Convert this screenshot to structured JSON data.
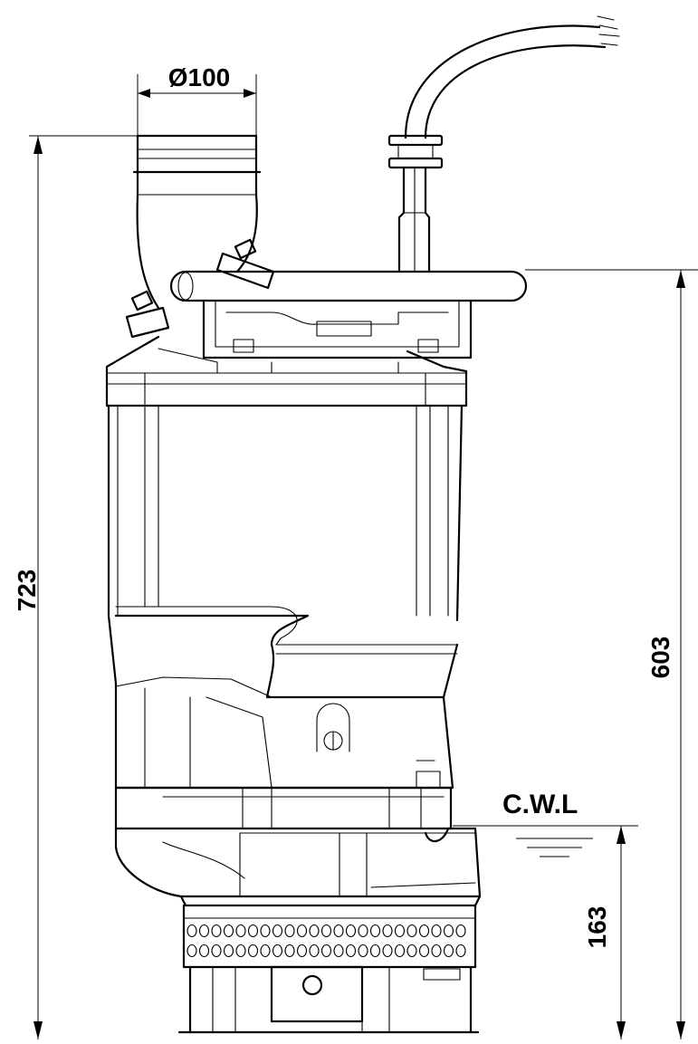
{
  "dimensions": {
    "outlet_diameter": "Ø100",
    "total_height": "723",
    "height_to_handle": "603",
    "water_level_label": "C.W.L",
    "water_level_height": "163"
  },
  "colors": {
    "line": "#000000",
    "background": "#ffffff"
  }
}
